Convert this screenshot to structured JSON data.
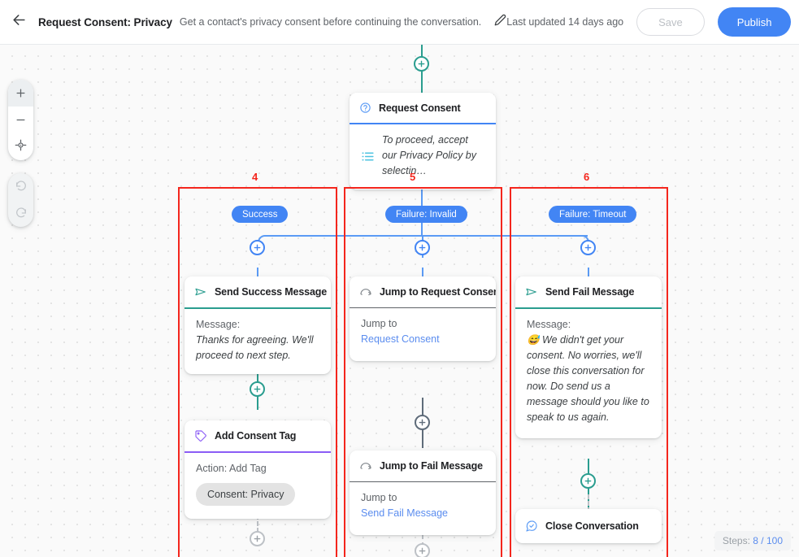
{
  "header": {
    "back_icon": "arrow-left-icon",
    "title": "Request Consent: Privacy",
    "subtitle": "Get a contact's privacy consent before continuing the conversation.",
    "edit_icon": "pencil-icon",
    "last_updated": "Last updated 14 days ago",
    "save_label": "Save",
    "publish_label": "Publish"
  },
  "controls": {
    "zoom_in_icon": "plus-icon",
    "zoom_out_icon": "minus-icon",
    "recenter_icon": "crosshair-target-icon",
    "undo_icon": "undo-arrow-icon",
    "redo_icon": "redo-arrow-icon"
  },
  "nodes": {
    "request_consent": {
      "title": "Request Consent",
      "icon": "question-circle-icon",
      "accent": "#4285f4",
      "body_icon": "list-options-icon",
      "body_text": "To proceed, accept our Privacy Policy by selectin…"
    },
    "send_success_message": {
      "title": "Send Success Message",
      "icon": "send-plane-icon",
      "accent": "#2a9d8f",
      "label": "Message:",
      "message": "Thanks for agreeing. We'll proceed to next step."
    },
    "add_consent_tag": {
      "title": "Add Consent Tag",
      "icon": "tag-icon",
      "accent": "#8b5cf6",
      "action_label": "Action: Add Tag",
      "tag": "Consent: Privacy"
    },
    "jump_to_request_consent": {
      "title": "Jump to Request Consent",
      "icon": "jump-arc-icon",
      "accent": "#5f6368",
      "label": "Jump to",
      "target": "Request Consent"
    },
    "jump_to_fail_message": {
      "title": "Jump to Fail Message",
      "icon": "jump-arc-icon",
      "accent": "#5f6368",
      "label": "Jump to",
      "target": "Send Fail Message"
    },
    "send_fail_message": {
      "title": "Send Fail Message",
      "icon": "send-plane-icon",
      "accent": "#2a9d8f",
      "label": "Message:",
      "message": "😅 We didn't get your consent. No worries, we'll close this conversation for now. Do send us a message should you like to speak to us again."
    },
    "close_conversation": {
      "title": "Close Conversation",
      "icon": "chat-check-icon",
      "accent": "#4285f4"
    }
  },
  "branches": {
    "success": "Success",
    "failure_invalid": "Failure: Invalid",
    "failure_timeout": "Failure: Timeout"
  },
  "annotations": [
    {
      "number": "4"
    },
    {
      "number": "5"
    },
    {
      "number": "6"
    }
  ],
  "steps": {
    "label": "Steps:",
    "value": "8 / 100"
  },
  "colors": {
    "blue": "#4285f4",
    "teal": "#2a9d8f",
    "purple": "#8b5cf6",
    "gray": "#5f6368",
    "annotation_red": "#f4261d",
    "link_blue": "#5b8def"
  }
}
